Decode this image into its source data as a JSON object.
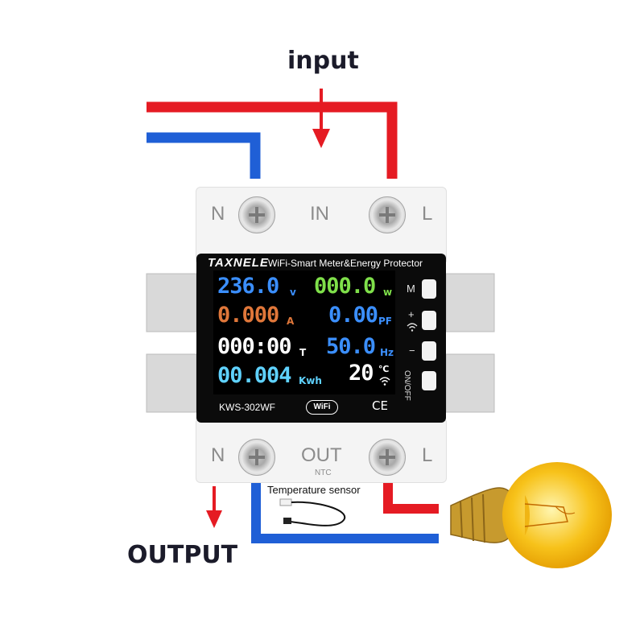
{
  "headings": {
    "input": "input",
    "output": "OUTPUT"
  },
  "terminals": {
    "top": {
      "left": "N",
      "center": "IN",
      "right": "L"
    },
    "bottom": {
      "left": "N",
      "center": "OUT",
      "right": "L",
      "sub_label": "NTC"
    }
  },
  "device": {
    "brand": "TAXNELE",
    "title": "WiFi-Smart Meter&Energy Protector",
    "model": "KWS-302WF",
    "wifi_badge": "WiFi",
    "certification": "CE"
  },
  "display": {
    "voltage": {
      "value": "236.0",
      "unit": "v"
    },
    "power": {
      "value": "000.0",
      "unit": "w"
    },
    "current": {
      "value": "0.000",
      "unit": "A"
    },
    "power_factor": {
      "value": "0.00",
      "unit": "PF"
    },
    "time": {
      "value": "000:00",
      "unit": "T"
    },
    "frequency": {
      "value": "50.0",
      "unit": "Hz"
    },
    "energy": {
      "value": "00.004",
      "unit": "Kwh"
    },
    "temperature": {
      "value": "20",
      "unit": "℃"
    }
  },
  "buttons": {
    "mode": "M",
    "plus": "+",
    "minus": "−",
    "power": "ON/OFF"
  },
  "sensor_label": "Temperature sensor",
  "colors": {
    "live_wire": "#e51b23",
    "neutral_wire": "#1f5fd6",
    "voltage": "#3b8fff",
    "power": "#7fe04a",
    "current": "#e0773a",
    "power_factor": "#3b8fff",
    "time": "#ffffff",
    "frequency": "#3b8fff",
    "energy": "#5fd2ff",
    "temperature": "#ffffff"
  },
  "icons": [
    "arrow-down-icon",
    "wifi-signal-icon",
    "light-bulb-icon",
    "temperature-probe-icon"
  ]
}
